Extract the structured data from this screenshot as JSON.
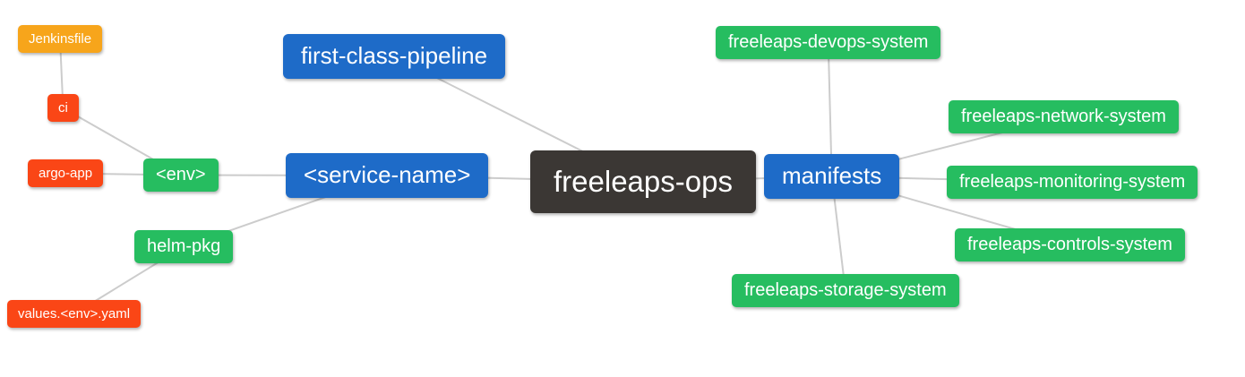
{
  "diagram": {
    "type": "mindmap",
    "root_label": "freeleaps-ops"
  },
  "palette": {
    "root_dark": "#3B3734",
    "blue": "#1E6BC8",
    "green": "#26BD60",
    "red": "#FA4616",
    "orange": "#F7A51B",
    "edge": "#CCCCCC",
    "text": "#FFFFFF",
    "background": "#FFFFFF"
  },
  "nodes": {
    "freeleaps_ops": {
      "label": "freeleaps-ops"
    },
    "first_class_pipeline": {
      "label": "first-class-pipeline"
    },
    "service_name": {
      "label": "<service-name>"
    },
    "manifests": {
      "label": "manifests"
    },
    "env": {
      "label": "<env>"
    },
    "helm_pkg": {
      "label": "helm-pkg"
    },
    "ci": {
      "label": "ci"
    },
    "argo_app": {
      "label": "argo-app"
    },
    "jenkinsfile": {
      "label": "Jenkinsfile"
    },
    "values_env_yaml": {
      "label": "values.<env>.yaml"
    },
    "devops_system": {
      "label": "freeleaps-devops-system"
    },
    "network_system": {
      "label": "freeleaps-network-system"
    },
    "monitoring_system": {
      "label": "freeleaps-monitoring-system"
    },
    "controls_system": {
      "label": "freeleaps-controls-system"
    },
    "storage_system": {
      "label": "freeleaps-storage-system"
    }
  },
  "edges": [
    {
      "from": "jenkinsfile",
      "to": "ci"
    },
    {
      "from": "ci",
      "to": "env"
    },
    {
      "from": "argo_app",
      "to": "env"
    },
    {
      "from": "env",
      "to": "service_name"
    },
    {
      "from": "values_env_yaml",
      "to": "helm_pkg"
    },
    {
      "from": "helm_pkg",
      "to": "service_name"
    },
    {
      "from": "first_class_pipeline",
      "to": "freeleaps_ops"
    },
    {
      "from": "service_name",
      "to": "freeleaps_ops"
    },
    {
      "from": "freeleaps_ops",
      "to": "manifests"
    },
    {
      "from": "manifests",
      "to": "devops_system"
    },
    {
      "from": "manifests",
      "to": "network_system"
    },
    {
      "from": "manifests",
      "to": "monitoring_system"
    },
    {
      "from": "manifests",
      "to": "controls_system"
    },
    {
      "from": "manifests",
      "to": "storage_system"
    }
  ]
}
